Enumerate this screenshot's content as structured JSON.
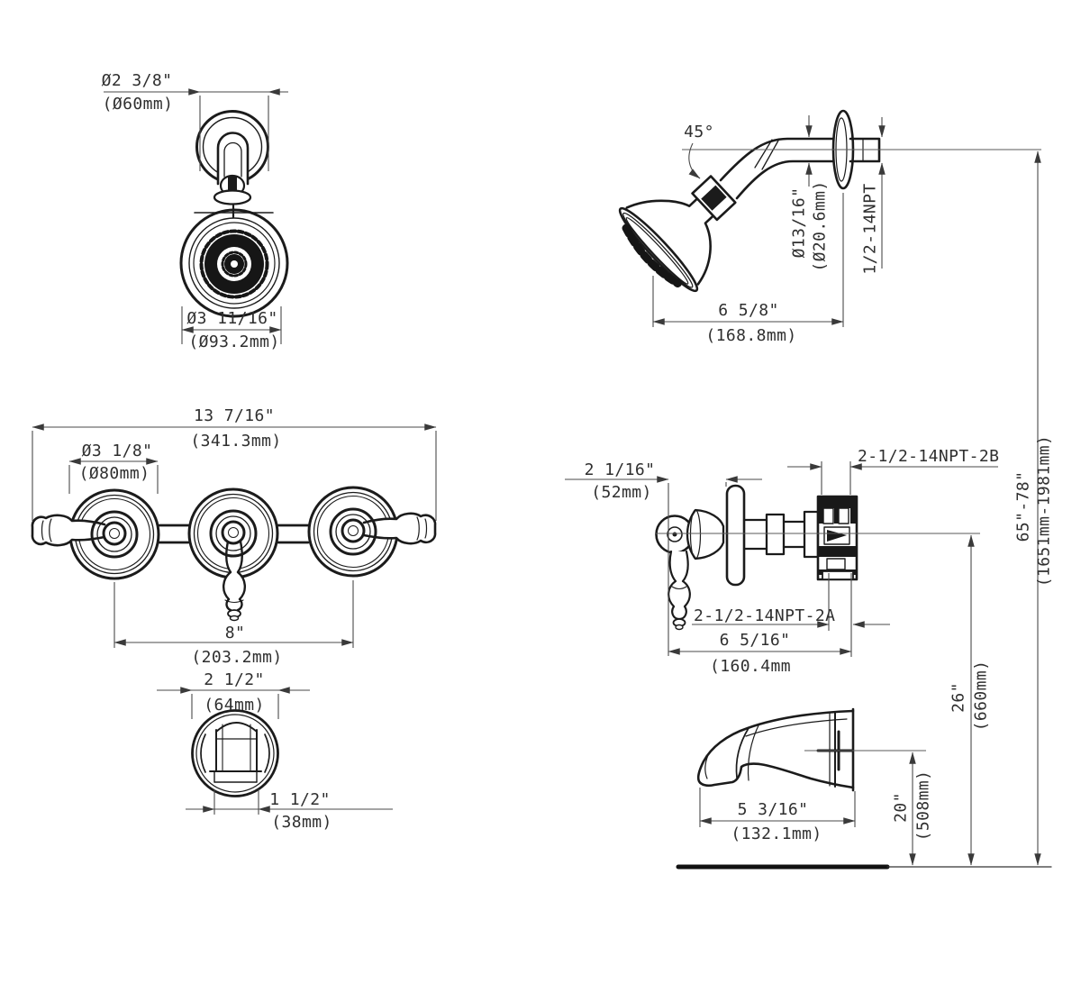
{
  "palette": {
    "line_color": "#1b1b1b",
    "dim_color": "#4a4a4a",
    "text_color": "#2f2f2f",
    "background": "#ffffff"
  },
  "views": {
    "showerhead_front": {
      "flange_dia_in": "Ø2 3/8\"",
      "flange_dia_mm": "(Ø60mm)",
      "face_dia_in": "Ø3 11/16\"",
      "face_dia_mm": "(Ø93.2mm)"
    },
    "showerhead_side": {
      "arm_angle": "45°",
      "pipe_dia_in": "Ø13/16\"",
      "pipe_dia_mm": "(Ø20.6mm)",
      "thread": "1/2-14NPT",
      "length_in": "6 5/8\"",
      "length_mm": "(168.8mm)"
    },
    "valve_front": {
      "overall_width_in": "13 7/16\"",
      "overall_width_mm": "(341.3mm)",
      "escutcheon_dia_in": "Ø3 1/8\"",
      "escutcheon_dia_mm": "(Ø80mm)",
      "handle_spacing_in": "8\"",
      "handle_spacing_mm": "(203.2mm)"
    },
    "spout_front": {
      "width_in": "2 1/2\"",
      "width_mm": "(64mm)",
      "opening_in": "1 1/2\"",
      "opening_mm": "(38mm)"
    },
    "valve_side": {
      "depth_in": "2 1/16\"",
      "depth_mm": "(52mm)",
      "thread_top": "2-1/2-14NPT-2B",
      "thread_bottom": "2-1/2-14NPT-2A",
      "length_in": "6 5/16\"",
      "length_mm": "(160.4mm"
    },
    "spout_side": {
      "length_in": "5 3/16\"",
      "length_mm": "(132.1mm)",
      "height_in": "20\"",
      "height_mm": "(508mm)"
    },
    "installation": {
      "showerhead_height_in": "65\"-78\"",
      "showerhead_height_mm": "(1651mm-1981mm)",
      "valve_height_in": "26\"",
      "valve_height_mm": "(660mm)"
    }
  }
}
